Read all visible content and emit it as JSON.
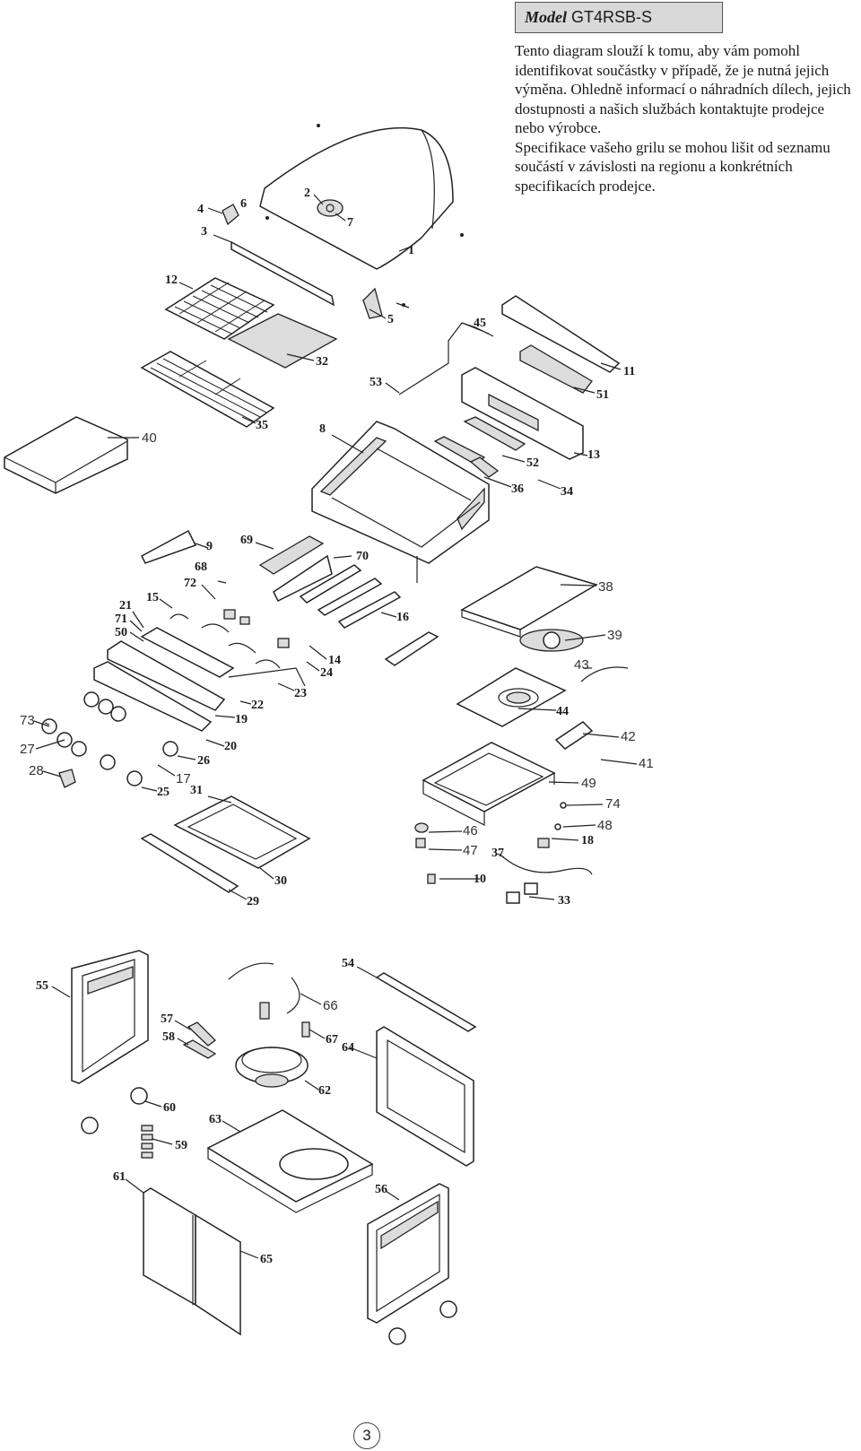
{
  "header": {
    "model_label": "Model",
    "model_number": "GT4RSB-S"
  },
  "intro": {
    "paragraph_1": "Tento diagram slouží k tomu, aby vám pomohl identifikovat součástky v případě, že je nutná jejich výměna. Ohledně informací o náhradních dílech, jejich dostupnosti a našich službách kontaktujte prodejce nebo výrobce.",
    "paragraph_2": "Specifikace vašeho grilu se mohou lišit od seznamu součástí v závislosti na regionu a konkrétních specifikacích prodejce."
  },
  "parts": [
    {
      "id": "1",
      "style": "bold"
    },
    {
      "id": "2",
      "style": "bold"
    },
    {
      "id": "3",
      "style": "bold"
    },
    {
      "id": "4",
      "style": "bold"
    },
    {
      "id": "5",
      "style": "bold"
    },
    {
      "id": "6",
      "style": "bold"
    },
    {
      "id": "7",
      "style": "bold"
    },
    {
      "id": "8",
      "style": "bold"
    },
    {
      "id": "9",
      "style": "bold"
    },
    {
      "id": "10",
      "style": "bold"
    },
    {
      "id": "11",
      "style": "bold"
    },
    {
      "id": "12",
      "style": "bold"
    },
    {
      "id": "13",
      "style": "bold"
    },
    {
      "id": "14",
      "style": "bold"
    },
    {
      "id": "15",
      "style": "bold"
    },
    {
      "id": "16",
      "style": "bold"
    },
    {
      "id": "17",
      "style": "normal"
    },
    {
      "id": "18",
      "style": "bold"
    },
    {
      "id": "19",
      "style": "bold"
    },
    {
      "id": "20",
      "style": "bold"
    },
    {
      "id": "21",
      "style": "bold"
    },
    {
      "id": "22",
      "style": "bold"
    },
    {
      "id": "23",
      "style": "bold"
    },
    {
      "id": "24",
      "style": "bold"
    },
    {
      "id": "25",
      "style": "bold"
    },
    {
      "id": "26",
      "style": "bold"
    },
    {
      "id": "27",
      "style": "normal"
    },
    {
      "id": "28",
      "style": "normal"
    },
    {
      "id": "29",
      "style": "bold"
    },
    {
      "id": "30",
      "style": "bold"
    },
    {
      "id": "31",
      "style": "bold"
    },
    {
      "id": "32",
      "style": "bold"
    },
    {
      "id": "33",
      "style": "bold"
    },
    {
      "id": "34",
      "style": "bold"
    },
    {
      "id": "35",
      "style": "bold"
    },
    {
      "id": "36",
      "style": "bold"
    },
    {
      "id": "37",
      "style": "bold"
    },
    {
      "id": "38",
      "style": "normal"
    },
    {
      "id": "39",
      "style": "normal"
    },
    {
      "id": "40",
      "style": "normal"
    },
    {
      "id": "41",
      "style": "normal"
    },
    {
      "id": "42",
      "style": "normal"
    },
    {
      "id": "43",
      "style": "normal"
    },
    {
      "id": "44",
      "style": "bold"
    },
    {
      "id": "45",
      "style": "bold"
    },
    {
      "id": "46",
      "style": "normal"
    },
    {
      "id": "47",
      "style": "normal"
    },
    {
      "id": "48",
      "style": "normal"
    },
    {
      "id": "49",
      "style": "normal"
    },
    {
      "id": "50",
      "style": "bold"
    },
    {
      "id": "51",
      "style": "bold"
    },
    {
      "id": "52",
      "style": "bold"
    },
    {
      "id": "53",
      "style": "bold"
    },
    {
      "id": "54",
      "style": "bold"
    },
    {
      "id": "55",
      "style": "bold"
    },
    {
      "id": "56",
      "style": "bold"
    },
    {
      "id": "57",
      "style": "bold"
    },
    {
      "id": "58",
      "style": "bold"
    },
    {
      "id": "59",
      "style": "bold"
    },
    {
      "id": "60",
      "style": "bold"
    },
    {
      "id": "61",
      "style": "bold"
    },
    {
      "id": "62",
      "style": "bold"
    },
    {
      "id": "63",
      "style": "bold"
    },
    {
      "id": "64",
      "style": "bold"
    },
    {
      "id": "65",
      "style": "bold"
    },
    {
      "id": "66",
      "style": "normal"
    },
    {
      "id": "67",
      "style": "bold"
    },
    {
      "id": "68",
      "style": "bold"
    },
    {
      "id": "69",
      "style": "bold"
    },
    {
      "id": "70",
      "style": "bold"
    },
    {
      "id": "71",
      "style": "bold"
    },
    {
      "id": "72",
      "style": "bold"
    },
    {
      "id": "73",
      "style": "normal"
    },
    {
      "id": "74",
      "style": "normal"
    }
  ],
  "page_number": "3"
}
